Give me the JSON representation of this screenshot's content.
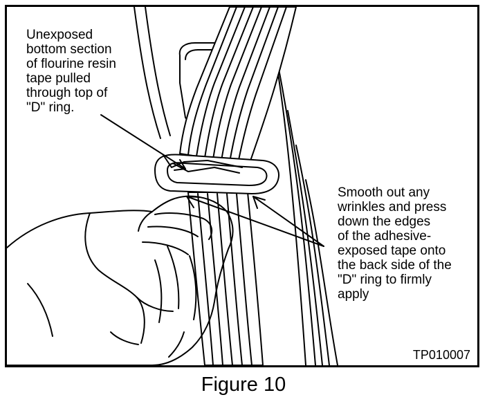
{
  "callouts": {
    "top": "Unexposed\nbottom section\nof flourine resin\ntape pulled\nthrough top of\n\"D\" ring.",
    "right": "Smooth out any\nwrinkles and press\ndown the edges\nof the adhesive-\nexposed tape onto\nthe back side of the\n\"D\" ring to firmly\napply"
  },
  "code": "TP010007",
  "caption": "Figure 10",
  "colors": {
    "ink": "#000000",
    "paper": "#ffffff"
  }
}
